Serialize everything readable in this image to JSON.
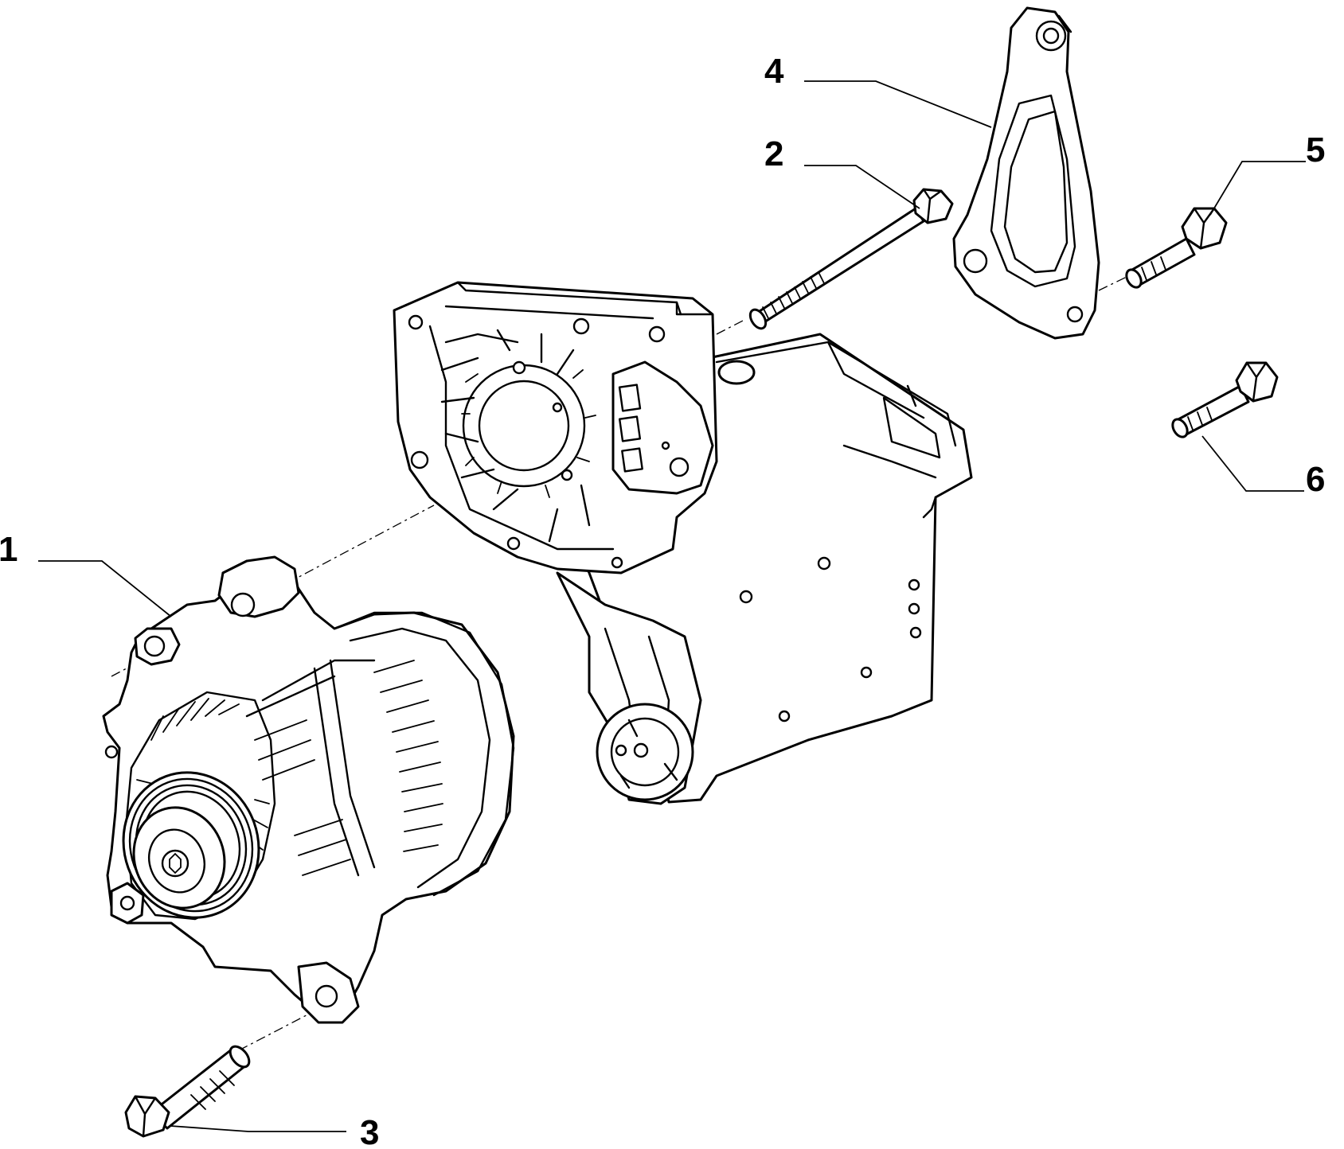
{
  "diagram": {
    "parts": [
      {
        "number": "1",
        "name": "alternator"
      },
      {
        "number": "2",
        "name": "long-bolt"
      },
      {
        "number": "3",
        "name": "lower-bolt"
      },
      {
        "number": "4",
        "name": "bracket-plate"
      },
      {
        "number": "5",
        "name": "bracket-bolt"
      },
      {
        "number": "6",
        "name": "loose-bolt"
      }
    ]
  }
}
